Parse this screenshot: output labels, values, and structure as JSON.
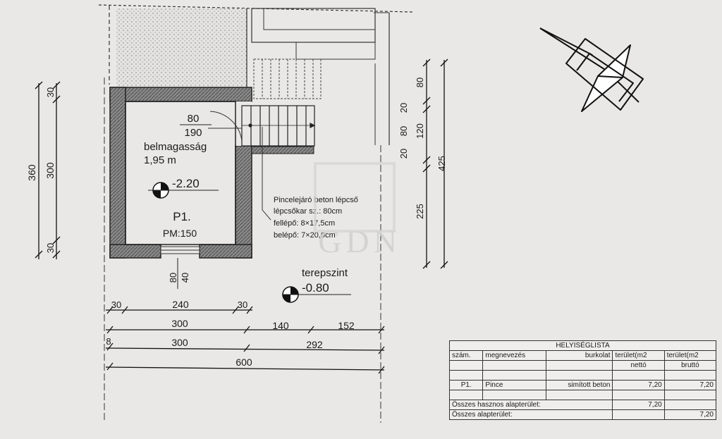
{
  "dims": {
    "d360": "360",
    "d300v": "300",
    "d30_top": "30",
    "d30_bottom": "30",
    "d30_left": "30",
    "d240": "240",
    "d30_right": "30",
    "d300_a": "300",
    "d140": "140",
    "d152": "152",
    "d8": "8",
    "d300_b": "300",
    "d292": "292",
    "d600": "600",
    "d80_v": "80",
    "d40_v": "40",
    "d80_r": "80",
    "d20_r1": "20",
    "d120_r": "120",
    "d80_r2": "80",
    "d20_r2": "20",
    "d225_r": "225",
    "d425_r": "425"
  },
  "room": {
    "door_80": "80",
    "door_190": "190",
    "height_label": "belmagasság",
    "height_value": "1,95 m",
    "level": "-2.20",
    "name": "P1.",
    "pm": "PM:150"
  },
  "stair_note": {
    "line1": "Pincelejáró beton lépcső",
    "line2": "lépcsőkar sz.: 80cm",
    "line3": "fellépő: 8×17,5cm",
    "line4": "belépő: 7×20,0cm"
  },
  "terrain": {
    "label": "terepszint",
    "level": "-0.80"
  },
  "watermark": "GDN",
  "room_list": {
    "title": "HELYISÉGLISTA",
    "col_num": "szám.",
    "col_name": "megnevezés",
    "col_floor": "burkolat",
    "col_area1": "terület(m2",
    "col_area2": "terület(m2",
    "sub_net": "nettó",
    "sub_gross": "bruttó",
    "rows": [
      {
        "num": "P1.",
        "name": "Pince",
        "floor": "simított beton",
        "net": "7,20",
        "gross": "7,20"
      }
    ],
    "useful_label": "Összes hasznos alapterület:",
    "useful_value": "7,20",
    "total_label": "Összes alapterület:",
    "total_value": "7,20"
  }
}
